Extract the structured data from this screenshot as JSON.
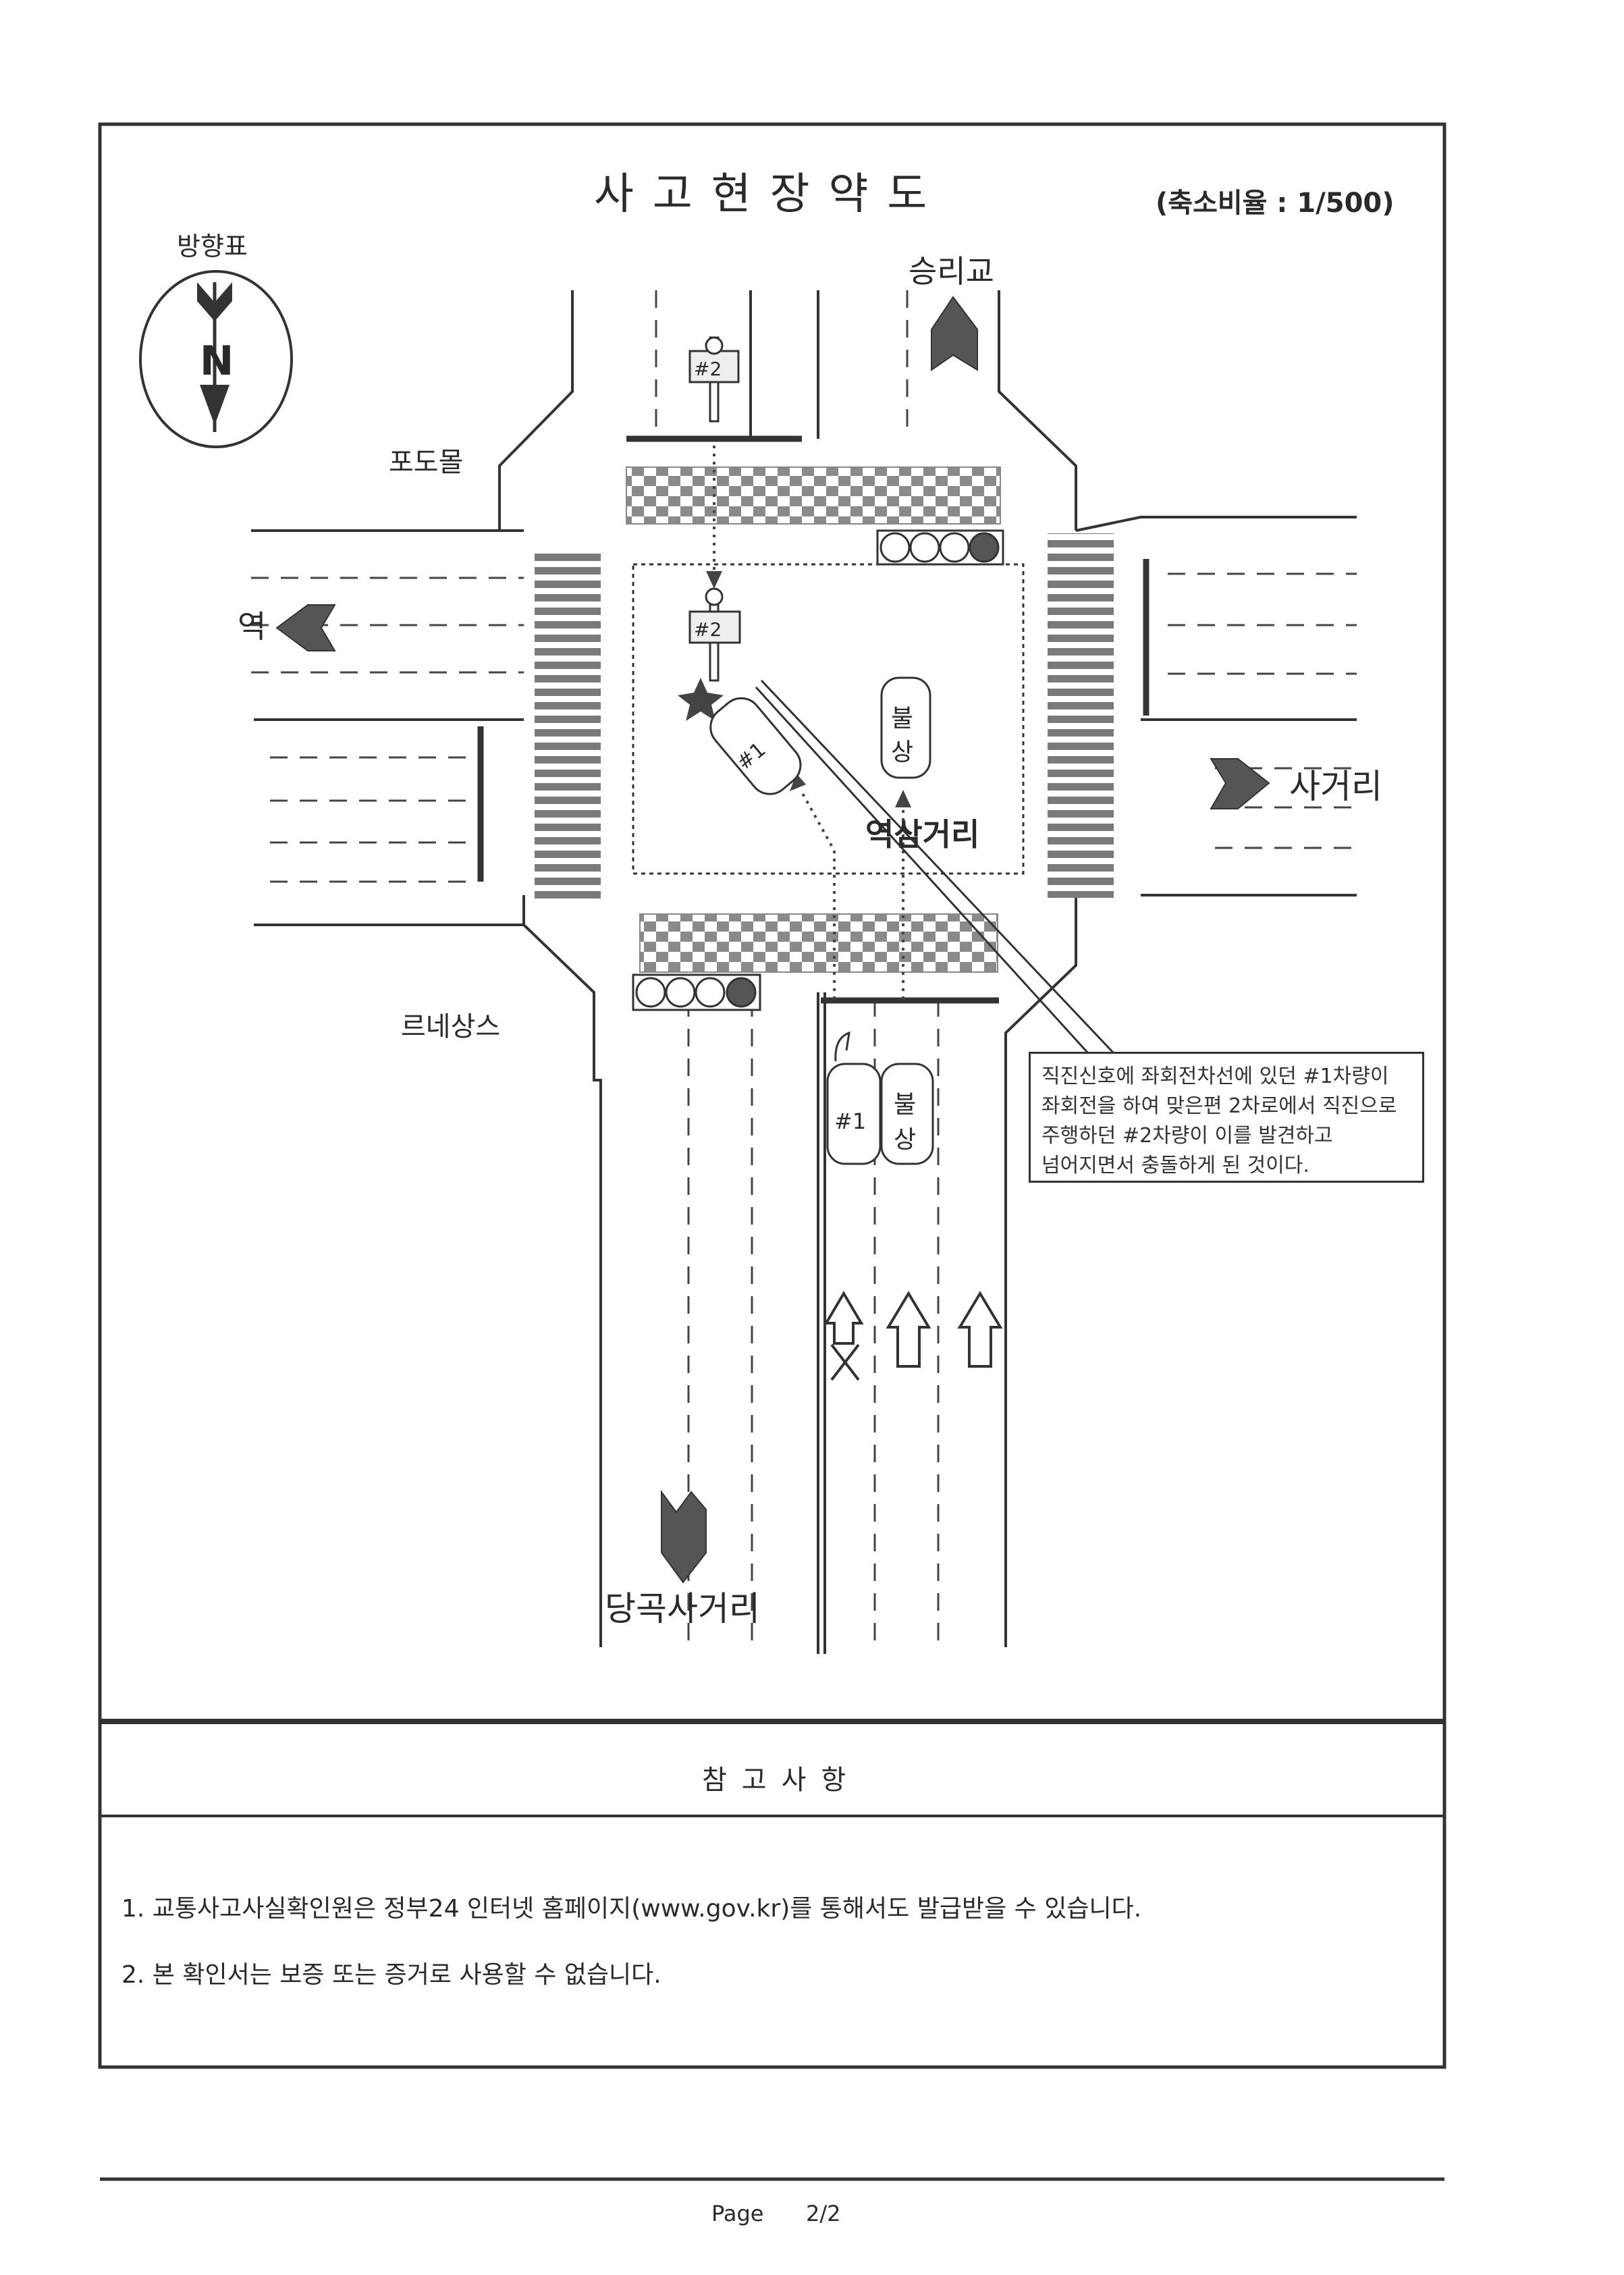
{
  "header": {
    "title": "사고현장약도",
    "scale": "(축소비율 : 1/500)"
  },
  "compass": {
    "label": "방향표",
    "letter": "N"
  },
  "places": {
    "north": "승리교",
    "northwest": "포도몰",
    "west": "역",
    "east": "사거리",
    "southwest": "르네상스",
    "south": "당곡사거리",
    "center": "역삼거리"
  },
  "vehicles": {
    "v2_top": "#2",
    "v2_center": "#2",
    "v1_center": "#1",
    "v1_bottom": "#1",
    "unknown_center": [
      "불",
      "상"
    ],
    "unknown_bottom": [
      "불",
      "상"
    ]
  },
  "note": {
    "lines": [
      "직진신호에 좌회전차선에 있던 #1차량이",
      "좌회전을 하여 맞은편 2차로에서 직진으로",
      "주행하던 #2차량이 이를 발견하고",
      "넘어지면서 충돌하게 된 것이다."
    ]
  },
  "reference": {
    "title": "참고사항",
    "item1": "1. 교통사고사실확인원은 정부24 인터넷 홈페이지(www.gov.kr)를 통해서도 발급받을 수 있습니다.",
    "item2": "2. 본 확인서는 보증 또는 증거로 사용할 수 없습니다."
  },
  "footer": {
    "page_label": "Page",
    "page_num": "2/2"
  },
  "colors": {
    "ink": "#2a2a2a",
    "arrow_fill": "#555555",
    "signal_red": "#555555"
  }
}
